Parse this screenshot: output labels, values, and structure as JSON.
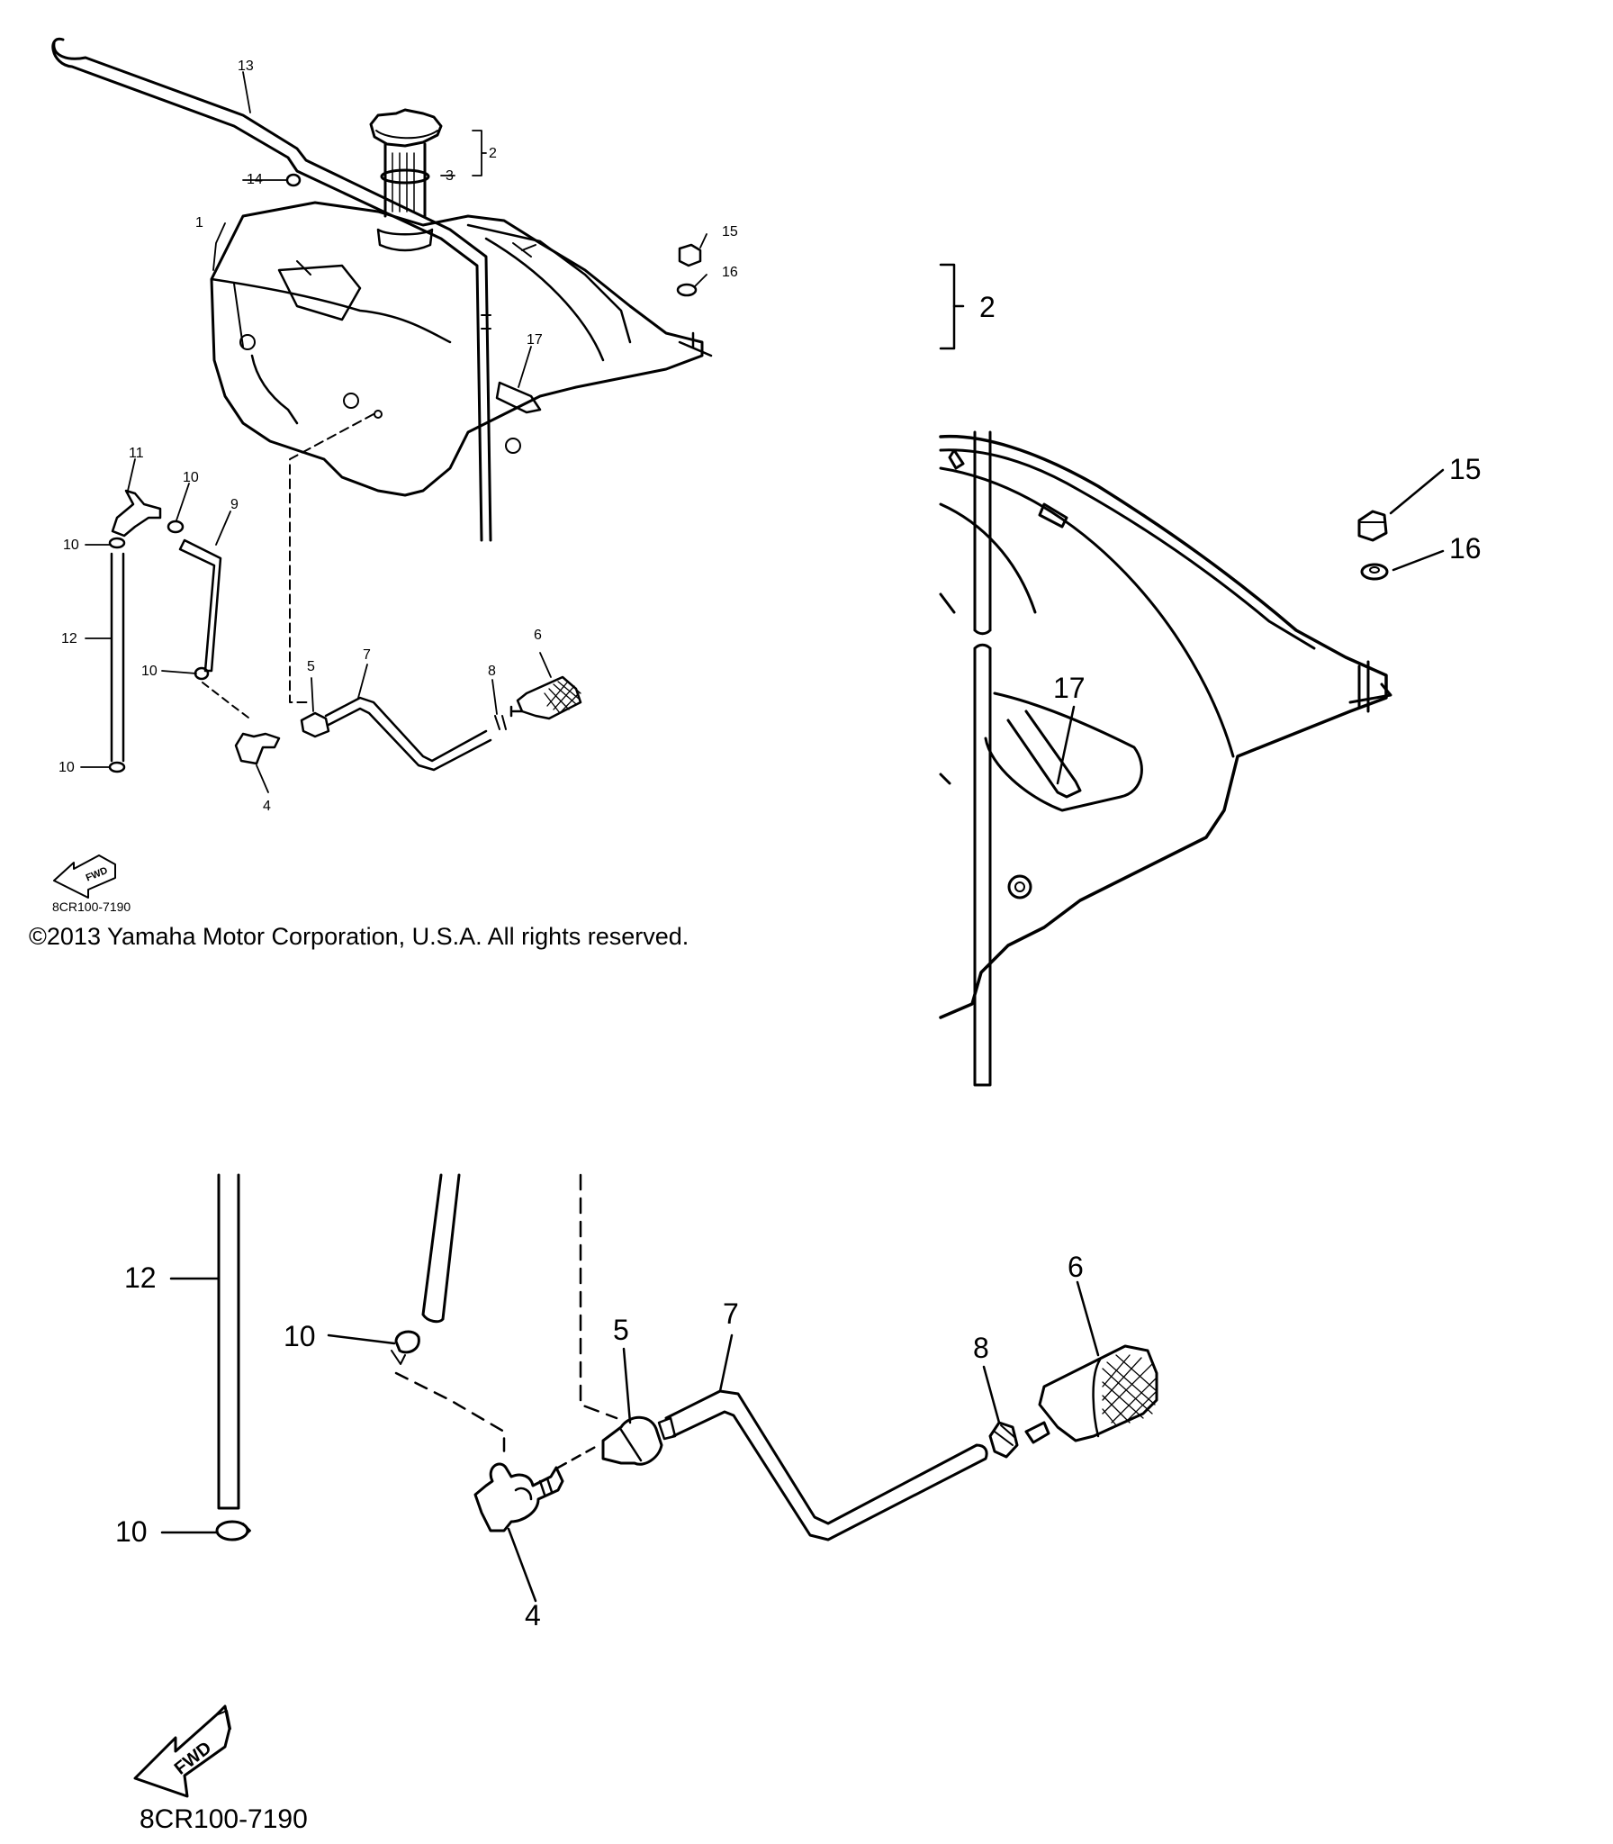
{
  "overview": {
    "callouts": [
      "1",
      "2",
      "3",
      "4",
      "5",
      "6",
      "7",
      "8",
      "9",
      "10",
      "10",
      "10",
      "10",
      "11",
      "12",
      "13",
      "14",
      "15",
      "16",
      "17"
    ],
    "fwd_label": "FWD",
    "part_code": "8CR100-7190"
  },
  "copyright": "©2013 Yamaha Motor Corporation, U.S.A. All rights reserved.",
  "zoom_top": {
    "callouts": [
      "2",
      "15",
      "16",
      "17"
    ]
  },
  "zoom_bottom": {
    "callouts": [
      "12",
      "10",
      "10",
      "5",
      "7",
      "8",
      "6",
      "4"
    ],
    "fwd_label": "FWD",
    "part_code": "8CR100-7190"
  },
  "colors": {
    "line": "#000000",
    "background": "#ffffff"
  }
}
